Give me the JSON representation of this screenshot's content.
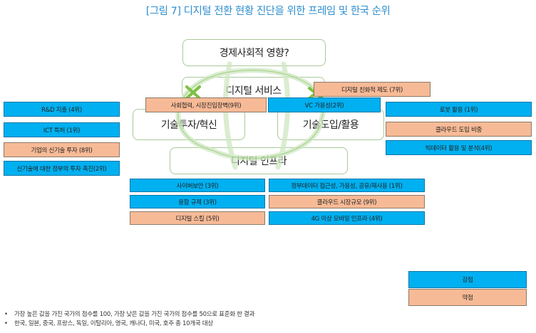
{
  "title": "[그림 7] 디지털 전환 현황 진단을 위한 프레임 및 한국 순위",
  "framework": {
    "top": "경제사회적 영향?",
    "service": "디지털 서비스",
    "investment": "기술투자/혁신",
    "adoption": "기술도입/활용",
    "infra": "디지털 인프라"
  },
  "left_boxes": [
    {
      "label": "R&D 지출 (4위)",
      "type": "strength"
    },
    {
      "label": "ICT 특허 (1위)",
      "type": "strength"
    },
    {
      "label": "기업의 신기술 투자 (8위)",
      "type": "weakness"
    },
    {
      "label": "신기술에 대한 정부의 투자 촉진(2위)",
      "type": "strength"
    }
  ],
  "center_top_boxes": [
    {
      "label": "사회협력, 시장진입장벽(9위)",
      "type": "weakness"
    },
    {
      "label": "VC 가용성(2위)",
      "type": "strength"
    },
    {
      "label": "디지털 친화적 제도 (7위)",
      "type": "weakness"
    }
  ],
  "right_boxes": [
    {
      "label": "로봇 활용 (1위)",
      "type": "strength"
    },
    {
      "label": "클라우드 도입 비중",
      "type": "weakness"
    },
    {
      "label": "빅데이터 활용 및 분석(4위)",
      "type": "strength"
    }
  ],
  "bottom_left_boxes": [
    {
      "label": "사이버보안 (3위)",
      "type": "strength"
    },
    {
      "label": "융합 규제 (3위)",
      "type": "strength"
    },
    {
      "label": "디지털 스킬 (5위)",
      "type": "weakness"
    }
  ],
  "bottom_right_boxes": [
    {
      "label": "정부데이터 접근성, 가용성, 공유/재사용 (1위)",
      "type": "strength"
    },
    {
      "label": "클라우드 시장규모 (9위)",
      "type": "weakness"
    },
    {
      "label": "4G 이상 모바일 인프라 (4위)",
      "type": "strength"
    }
  ],
  "legend": {
    "strength": "강점",
    "weakness": "약점"
  },
  "colors": {
    "strength": "#00b0f0",
    "weakness": "#f7ba96",
    "title": "#2f8fd0",
    "arrow": "#b2d89c",
    "check": "#7dc142"
  },
  "notes": [
    "가장 높은 값을 가진 국가의 점수를 100, 가장 낮은 값을 가진 국가의 점수를 50으로 표준화 한 결과",
    "한국, 일본, 중국, 프랑스, 독일, 이탈리아, 영국, 캐나다, 미국, 호주 총 10개국 대상"
  ]
}
